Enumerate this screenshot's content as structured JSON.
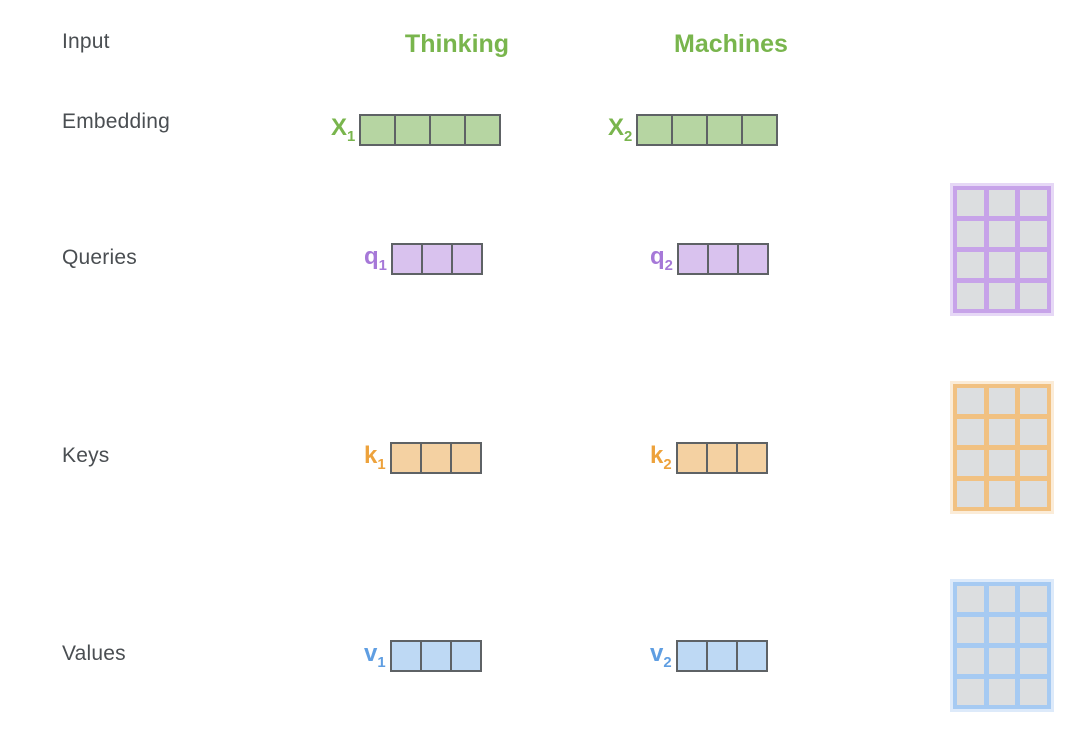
{
  "diagram": {
    "description": "Self-attention: embeddings multiplied by weight matrices to produce query, key and value vectors for each input word"
  },
  "rows": {
    "input": {
      "label": "Input"
    },
    "embedding": {
      "label": "Embedding"
    },
    "queries": {
      "label": "Queries"
    },
    "keys": {
      "label": "Keys"
    },
    "values": {
      "label": "Values"
    }
  },
  "words": {
    "word1": "Thinking",
    "word2": "Machines"
  },
  "vectors": {
    "x1": {
      "label": "X",
      "sub": "1",
      "cells": 4,
      "color": "green"
    },
    "x2": {
      "label": "X",
      "sub": "2",
      "cells": 4,
      "color": "green"
    },
    "q1": {
      "label": "q",
      "sub": "1",
      "cells": 3,
      "color": "purple"
    },
    "q2": {
      "label": "q",
      "sub": "2",
      "cells": 3,
      "color": "purple"
    },
    "k1": {
      "label": "k",
      "sub": "1",
      "cells": 3,
      "color": "orange"
    },
    "k2": {
      "label": "k",
      "sub": "2",
      "cells": 3,
      "color": "orange"
    },
    "v1": {
      "label": "v",
      "sub": "1",
      "cells": 3,
      "color": "blue"
    },
    "v2": {
      "label": "v",
      "sub": "2",
      "cells": 3,
      "color": "blue"
    }
  },
  "matrices": {
    "queries": {
      "color": "purple",
      "rows": 4,
      "cols": 3
    },
    "keys": {
      "color": "orange",
      "rows": 4,
      "cols": 3
    },
    "values": {
      "color": "blue",
      "rows": 4,
      "cols": 3
    }
  },
  "colors": {
    "label_text": "#4a4e52",
    "green_text": "#79b54d",
    "green_fill": "#b6d5a2",
    "purple_text": "#a678d8",
    "purple_fill": "#d9c2ee",
    "purple_grid": "#c7a3e9",
    "purple_grid_outer": "#e6d8f6",
    "orange_text": "#eda23c",
    "orange_fill": "#f4d1a2",
    "orange_grid": "#f1c182",
    "orange_grid_outer": "#fbecd8",
    "blue_text": "#5f9ee2",
    "blue_fill": "#bed9f4",
    "blue_grid": "#a6caf2",
    "blue_grid_outer": "#ddeafa",
    "cell_border": "#5e6265",
    "matrix_cell": "#dcdee0"
  }
}
